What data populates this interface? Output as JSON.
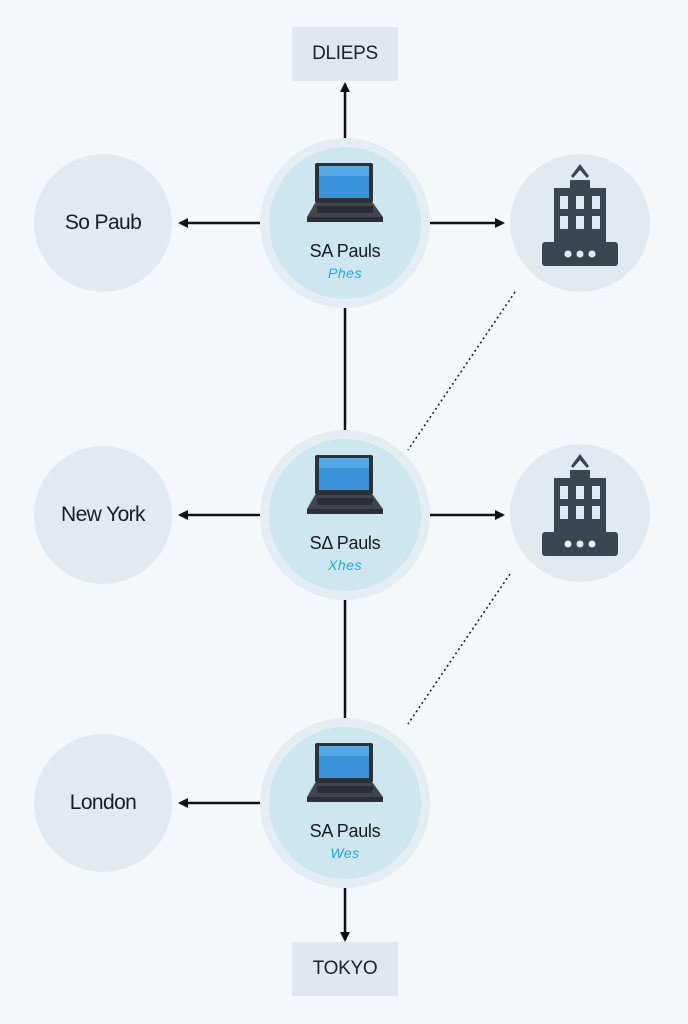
{
  "top_label": "DLIEPS",
  "bottom_label": "TOKYO",
  "cities": [
    "So Paub",
    "New York",
    "London"
  ],
  "hubs": [
    {
      "title": "SA Pauls",
      "subtitle": "Phes"
    },
    {
      "title": "SΔ Pauls",
      "subtitle": "Xhes"
    },
    {
      "title": "SA Pauls",
      "subtitle": "Wes"
    }
  ],
  "icons": {
    "hub": "laptop-icon",
    "building": "building-icon"
  },
  "colors": {
    "background": "#f5f8fa",
    "hub_fill": "#cde6f0",
    "node_fill": "#e2eaef",
    "subtitle_accent": "#1ea7e4",
    "connector": "#111111",
    "building": "#3b4552"
  }
}
